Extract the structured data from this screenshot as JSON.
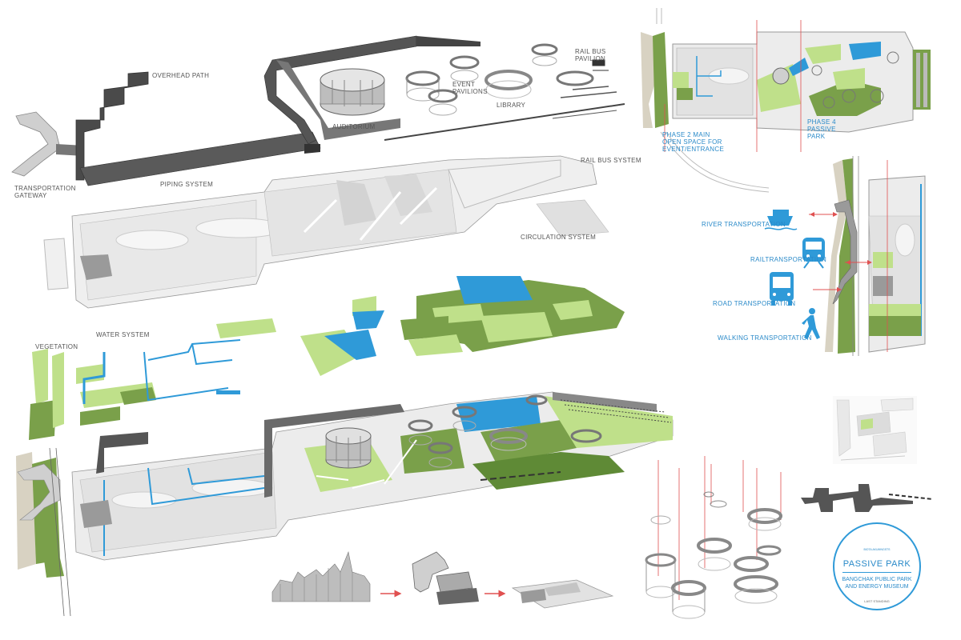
{
  "labels": {
    "overhead_path": "OVERHEAD PATH",
    "transportation_gateway": "TRANSPORTATION GATEWAY",
    "piping_system": "PIPING SYSTEM",
    "auditorium": "AUDITORIUM",
    "event_pavilions": "EVENT PAVILIONS",
    "library": "LIBRARY",
    "rail_bus_pavilion": "RAIL BUS PAVILION",
    "rail_bus_system": "RAIL BUS SYSTEM",
    "circulation_system": "CIRCULATION SYSTEM",
    "vegetation": "VEGETATION",
    "water_system": "WATER SYSTEM"
  },
  "plan": {
    "phase2": "PHASE 2 MAIN OPEN SPACE FOR EVENT/ENTRANCE",
    "phase4": "PHASE 4 PASSIVE PARK"
  },
  "transport": [
    {
      "label": "RIVER TRANSPORTATION",
      "icon": "ship-icon"
    },
    {
      "label": "RAILTRANSPORTATION",
      "icon": "train-icon"
    },
    {
      "label": "ROAD TRANSPORTATION",
      "icon": "bus-icon"
    },
    {
      "label": "WALKING TRANSPORTATION",
      "icon": "walking-person-icon"
    }
  ],
  "badge": {
    "logo_text": "BIOTA AKUMNGSTS",
    "title": "PASSIVE PARK",
    "subtitle": "BANGCHAK PUBLIC PARK AND ENERGY MUSEUM",
    "tiny": "LAST STANDING"
  },
  "colors": {
    "accent_blue": "#2f9ad8",
    "light_green": "#bfe08a",
    "dark_green": "#7aa04a",
    "concrete": "#e6e6e6",
    "dark_structure": "#555555",
    "red_line": "#e05050"
  }
}
